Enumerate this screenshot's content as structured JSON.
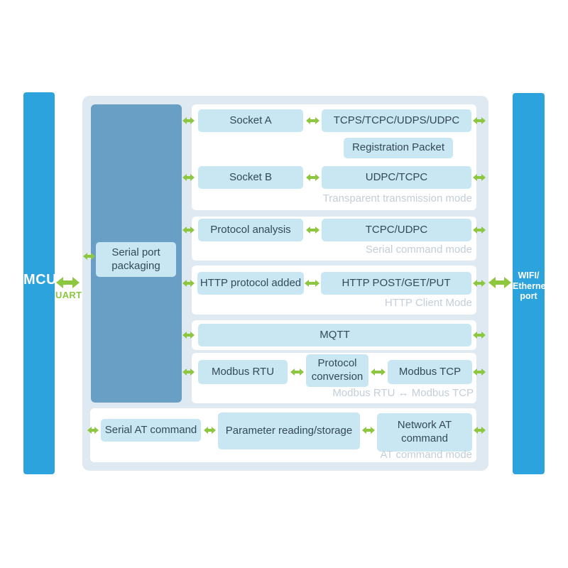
{
  "colors": {
    "bar_blue": "#2da3dd",
    "panel_bg": "#dee9f2",
    "column_blue": "#6a9fc5",
    "box_blue": "#c8e7f2",
    "row_white": "#ffffff",
    "arrow_green": "#8dc63f",
    "caption_gray": "#c3ced8",
    "text_dark": "#33495a"
  },
  "endpoints": {
    "mcu_label": "MCU",
    "uart_label": "UART",
    "wifi_lines": [
      "WIFI/",
      "Ethernet",
      "port"
    ]
  },
  "packaging": {
    "label": "Serial port packaging"
  },
  "boxes": {
    "socket_a": "Socket A",
    "tcps_tcpc_udps_udpc": "TCPS/TCPC/UDPS/UDPC",
    "registration_packet": "Registration Packet",
    "socket_b": "Socket B",
    "udpc_tcpc": "UDPC/TCPC",
    "protocol_analysis": "Protocol analysis",
    "tcpc_udpc": "TCPC/UDPC",
    "http_protocol_added": "HTTP protocol added",
    "http_post_get_put": "HTTP POST/GET/PUT",
    "mqtt": "MQTT",
    "modbus_rtu": "Modbus RTU",
    "protocol_conversion": "Protocol conversion",
    "modbus_tcp": "Modbus TCP",
    "serial_at_command": "Serial AT command",
    "parameter_reading_storage": "Parameter reading/storage",
    "network_at_command": "Network AT command"
  },
  "captions": {
    "transparent_mode": "Transparent transmission mode",
    "serial_command_mode": "Serial command mode",
    "http_client_mode": "HTTP Client Mode",
    "modbus_mode": "Modbus RTU ↔ Modbus TCP",
    "at_command_mode": "AT command mode"
  }
}
